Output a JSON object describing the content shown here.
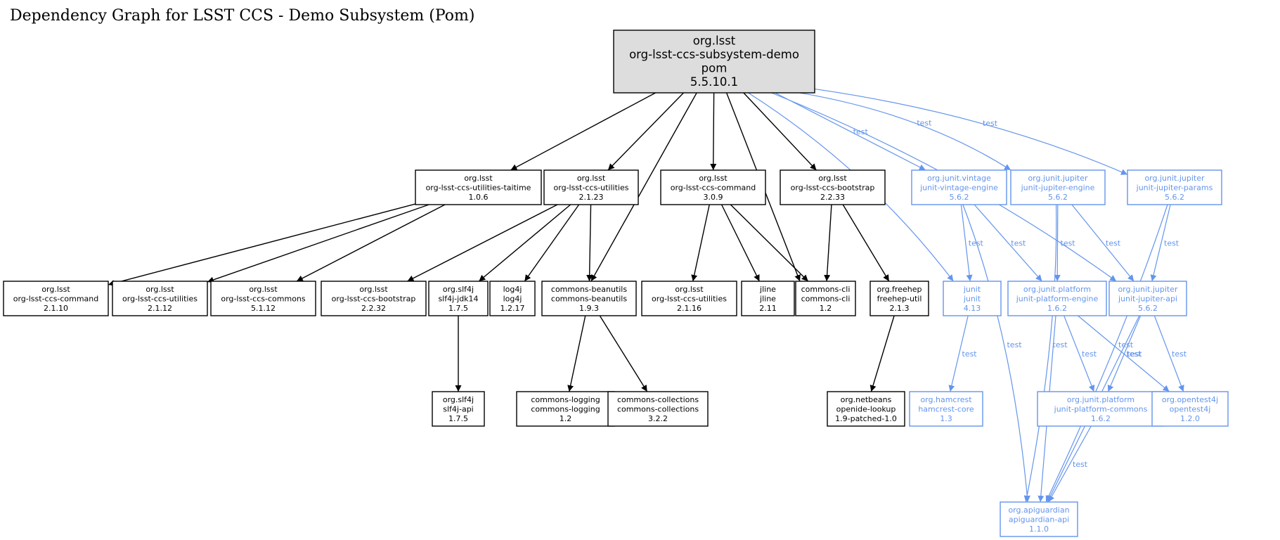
{
  "title": "Dependency Graph for LSST CCS - Demo Subsystem (Pom)",
  "colors": {
    "compile": "#000000",
    "test": "#6495ed",
    "root_fill": "#dddddd",
    "background": "#ffffff"
  },
  "nodes": [
    {
      "id": "root",
      "lines": [
        "org.lsst",
        "org-lsst-ccs-subsystem-demo",
        "pom",
        "5.5.10.1"
      ],
      "style": "root"
    },
    {
      "id": "taitime",
      "lines": [
        "org.lsst",
        "org-lsst-ccs-utilities-taitime",
        "1.0.6"
      ],
      "style": "compile"
    },
    {
      "id": "util2123",
      "lines": [
        "org.lsst",
        "org-lsst-ccs-utilities",
        "2.1.23"
      ],
      "style": "compile"
    },
    {
      "id": "cmd309",
      "lines": [
        "org.lsst",
        "org-lsst-ccs-command",
        "3.0.9"
      ],
      "style": "compile"
    },
    {
      "id": "boot2233",
      "lines": [
        "org.lsst",
        "org-lsst-ccs-bootstrap",
        "2.2.33"
      ],
      "style": "compile"
    },
    {
      "id": "vintage",
      "lines": [
        "org.junit.vintage",
        "junit-vintage-engine",
        "5.6.2"
      ],
      "style": "test"
    },
    {
      "id": "jupengine",
      "lines": [
        "org.junit.jupiter",
        "junit-jupiter-engine",
        "5.6.2"
      ],
      "style": "test"
    },
    {
      "id": "jupparams",
      "lines": [
        "org.junit.jupiter",
        "junit-jupiter-params",
        "5.6.2"
      ],
      "style": "test"
    },
    {
      "id": "cmd2110",
      "lines": [
        "org.lsst",
        "org-lsst-ccs-command",
        "2.1.10"
      ],
      "style": "compile"
    },
    {
      "id": "util2112",
      "lines": [
        "org.lsst",
        "org-lsst-ccs-utilities",
        "2.1.12"
      ],
      "style": "compile"
    },
    {
      "id": "commons5112",
      "lines": [
        "org.lsst",
        "org-lsst-ccs-commons",
        "5.1.12"
      ],
      "style": "compile"
    },
    {
      "id": "boot2232",
      "lines": [
        "org.lsst",
        "org-lsst-ccs-bootstrap",
        "2.2.32"
      ],
      "style": "compile"
    },
    {
      "id": "slf4jjdk",
      "lines": [
        "org.slf4j",
        "slf4j-jdk14",
        "1.7.5"
      ],
      "style": "compile"
    },
    {
      "id": "log4j",
      "lines": [
        "log4j",
        "log4j",
        "1.2.17"
      ],
      "style": "compile"
    },
    {
      "id": "beanutils",
      "lines": [
        "commons-beanutils",
        "commons-beanutils",
        "1.9.3"
      ],
      "style": "compile"
    },
    {
      "id": "util2116",
      "lines": [
        "org.lsst",
        "org-lsst-ccs-utilities",
        "2.1.16"
      ],
      "style": "compile"
    },
    {
      "id": "jline",
      "lines": [
        "jline",
        "jline",
        "2.11"
      ],
      "style": "compile"
    },
    {
      "id": "cli",
      "lines": [
        "commons-cli",
        "commons-cli",
        "1.2"
      ],
      "style": "compile"
    },
    {
      "id": "freehep",
      "lines": [
        "org.freehep",
        "freehep-util",
        "2.1.3"
      ],
      "style": "compile"
    },
    {
      "id": "junit",
      "lines": [
        "junit",
        "junit",
        "4.13"
      ],
      "style": "test"
    },
    {
      "id": "platengine",
      "lines": [
        "org.junit.platform",
        "junit-platform-engine",
        "1.6.2"
      ],
      "style": "test"
    },
    {
      "id": "jupapi",
      "lines": [
        "org.junit.jupiter",
        "junit-jupiter-api",
        "5.6.2"
      ],
      "style": "test"
    },
    {
      "id": "slf4japi",
      "lines": [
        "org.slf4j",
        "slf4j-api",
        "1.7.5"
      ],
      "style": "compile"
    },
    {
      "id": "logging",
      "lines": [
        "commons-logging",
        "commons-logging",
        "1.2"
      ],
      "style": "compile"
    },
    {
      "id": "collections",
      "lines": [
        "commons-collections",
        "commons-collections",
        "3.2.2"
      ],
      "style": "compile"
    },
    {
      "id": "openide",
      "lines": [
        "org.netbeans",
        "openide-lookup",
        "1.9-patched-1.0"
      ],
      "style": "compile"
    },
    {
      "id": "hamcrest",
      "lines": [
        "org.hamcrest",
        "hamcrest-core",
        "1.3"
      ],
      "style": "test"
    },
    {
      "id": "platcommons",
      "lines": [
        "org.junit.platform",
        "junit-platform-commons",
        "1.6.2"
      ],
      "style": "test"
    },
    {
      "id": "opentest4j",
      "lines": [
        "org.opentest4j",
        "opentest4j",
        "1.2.0"
      ],
      "style": "test"
    },
    {
      "id": "apiguardian",
      "lines": [
        "org.apiguardian",
        "apiguardian-api",
        "1.1.0"
      ],
      "style": "test"
    }
  ],
  "edges": [
    {
      "from": "root",
      "to": "taitime",
      "style": "compile"
    },
    {
      "from": "root",
      "to": "util2123",
      "style": "compile"
    },
    {
      "from": "root",
      "to": "beanutils",
      "style": "compile"
    },
    {
      "from": "root",
      "to": "cmd309",
      "style": "compile"
    },
    {
      "from": "root",
      "to": "cli",
      "style": "compile"
    },
    {
      "from": "root",
      "to": "boot2233",
      "style": "compile"
    },
    {
      "from": "root",
      "to": "junit",
      "style": "test",
      "label": "test"
    },
    {
      "from": "root",
      "to": "vintage",
      "style": "test",
      "label": "test"
    },
    {
      "from": "root",
      "to": "jupengine",
      "style": "test",
      "label": "test"
    },
    {
      "from": "root",
      "to": "jupapi",
      "style": "test",
      "label": "test"
    },
    {
      "from": "root",
      "to": "jupparams",
      "style": "test",
      "label": "test"
    },
    {
      "from": "taitime",
      "to": "cmd2110",
      "style": "compile"
    },
    {
      "from": "taitime",
      "to": "util2112",
      "style": "compile"
    },
    {
      "from": "taitime",
      "to": "commons5112",
      "style": "compile"
    },
    {
      "from": "util2123",
      "to": "boot2232",
      "style": "compile"
    },
    {
      "from": "util2123",
      "to": "slf4jjdk",
      "style": "compile"
    },
    {
      "from": "util2123",
      "to": "log4j",
      "style": "compile"
    },
    {
      "from": "util2123",
      "to": "beanutils",
      "style": "compile"
    },
    {
      "from": "cmd309",
      "to": "util2116",
      "style": "compile"
    },
    {
      "from": "cmd309",
      "to": "jline",
      "style": "compile"
    },
    {
      "from": "cmd309",
      "to": "cli",
      "style": "compile"
    },
    {
      "from": "boot2233",
      "to": "cli",
      "style": "compile"
    },
    {
      "from": "boot2233",
      "to": "freehep",
      "style": "compile"
    },
    {
      "from": "vintage",
      "to": "junit",
      "style": "test",
      "label": "test"
    },
    {
      "from": "vintage",
      "to": "platengine",
      "style": "test",
      "label": "test"
    },
    {
      "from": "vintage",
      "to": "apiguardian",
      "style": "test",
      "label": "test"
    },
    {
      "from": "jupengine",
      "to": "platengine",
      "style": "test",
      "label": "test"
    },
    {
      "from": "jupengine",
      "to": "jupapi",
      "style": "test",
      "label": "test"
    },
    {
      "from": "jupengine",
      "to": "apiguardian",
      "style": "test",
      "label": "test"
    },
    {
      "from": "jupparams",
      "to": "jupapi",
      "style": "test",
      "label": "test"
    },
    {
      "from": "jupparams",
      "to": "apiguardian",
      "style": "test",
      "label": "test"
    },
    {
      "from": "slf4jjdk",
      "to": "slf4japi",
      "style": "compile"
    },
    {
      "from": "beanutils",
      "to": "logging",
      "style": "compile"
    },
    {
      "from": "beanutils",
      "to": "collections",
      "style": "compile"
    },
    {
      "from": "freehep",
      "to": "openide",
      "style": "compile"
    },
    {
      "from": "junit",
      "to": "hamcrest",
      "style": "test",
      "label": "test"
    },
    {
      "from": "platengine",
      "to": "platcommons",
      "style": "test",
      "label": "test"
    },
    {
      "from": "platengine",
      "to": "opentest4j",
      "style": "test",
      "label": "test"
    },
    {
      "from": "platengine",
      "to": "apiguardian",
      "style": "test",
      "label": "test"
    },
    {
      "from": "jupapi",
      "to": "platcommons",
      "style": "test",
      "label": "test"
    },
    {
      "from": "jupapi",
      "to": "opentest4j",
      "style": "test",
      "label": "test"
    },
    {
      "from": "jupapi",
      "to": "apiguardian",
      "style": "test",
      "label": "test"
    },
    {
      "from": "platcommons",
      "to": "apiguardian",
      "style": "test",
      "label": "test"
    }
  ]
}
